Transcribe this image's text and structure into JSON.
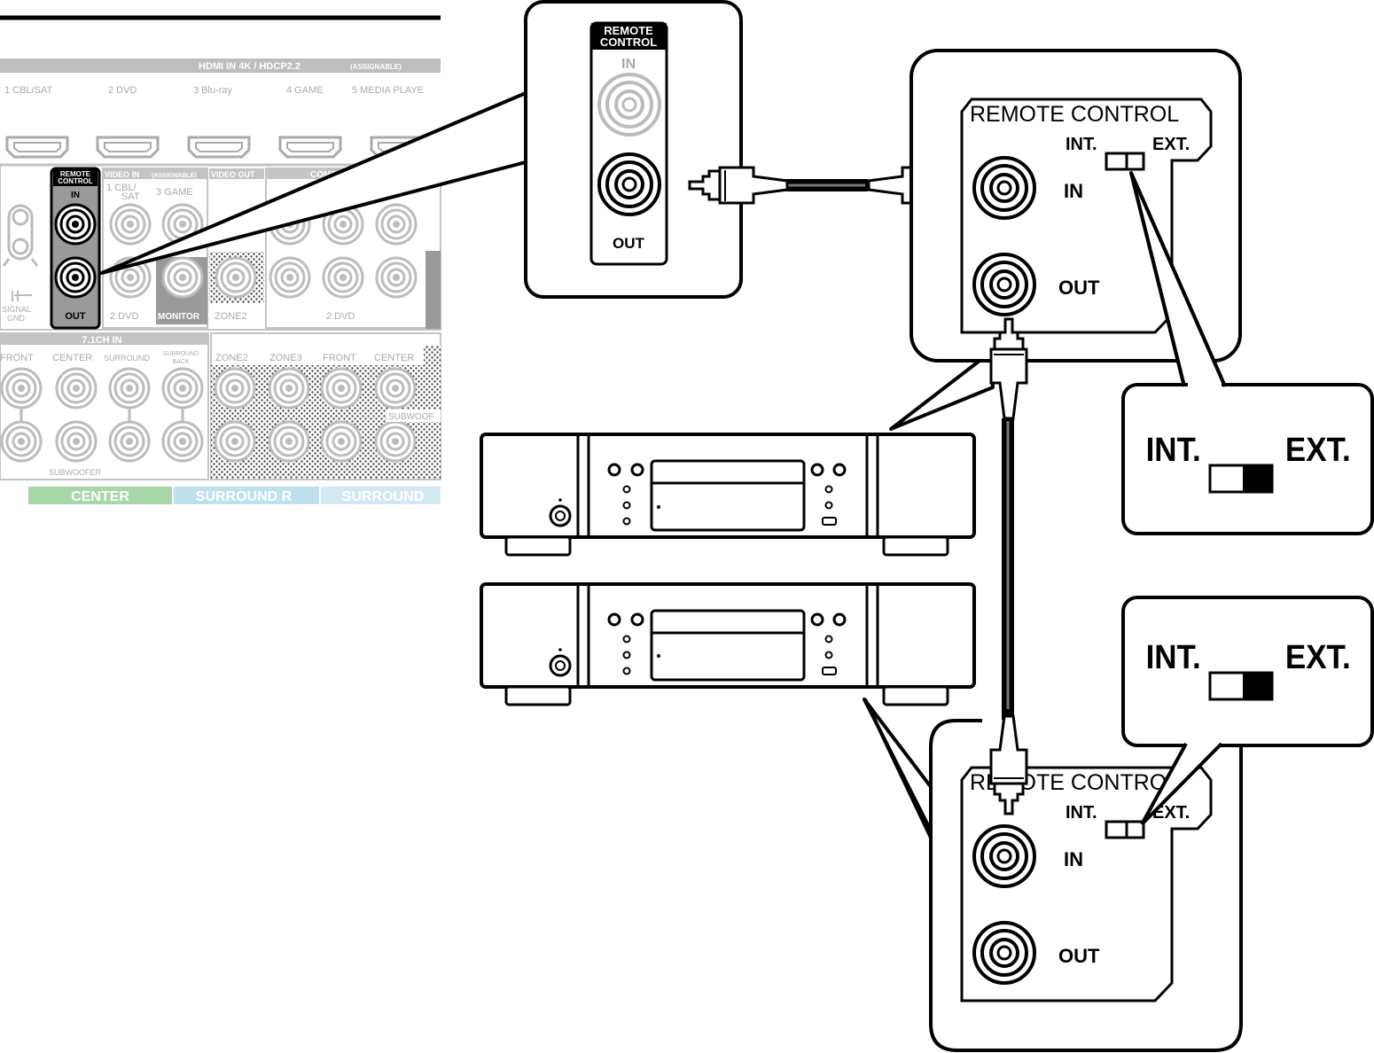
{
  "receiver_panel": {
    "hdmi_header": "HDMI IN   4K / HDCP2.2",
    "hdmi_header_note": "(ASSIGNABLE)",
    "hdmi_inputs": [
      "1 CBL/SAT",
      "2 DVD",
      "3 Blu-ray",
      "4 GAME",
      "5 MEDIA PLAYE"
    ],
    "remote_control_title_line1": "REMOTE",
    "remote_control_title_line2": "CONTROL",
    "remote_in": "IN",
    "remote_out": "OUT",
    "signal_gnd_line1": "SIGNAL",
    "signal_gnd_line2": "GND",
    "video_in_header": "VIDEO IN",
    "video_in_note": "(ASSIGNABLE)",
    "video_out_header": "VIDEO OUT",
    "component_header": "COMPONE",
    "video_in_1_line1": "1 CBL/",
    "video_in_1_line2": "SAT",
    "video_in_3": "3 GAME",
    "video_in_2": "2 DVD",
    "monitor": "MONITOR",
    "zone2": "ZONE2",
    "component_2": "2 DVD",
    "seven_one_header": "7.1CH IN",
    "seven_one_labels": [
      "FRONT",
      "CENTER",
      "SURROUND"
    ],
    "surround_back_line1": "SURROUND",
    "surround_back_line2": "BACK",
    "subwoofer": "SUBWOOFER",
    "preout_labels": [
      "ZONE2",
      "ZONE3",
      "FRONT",
      "CENTER"
    ],
    "subwoofer_right": "SUBWOOF",
    "speaker_bar": [
      "CENTER",
      "SURROUND R",
      "SURROUND"
    ]
  },
  "zoom_receiver": {
    "title_line1": "REMOTE",
    "title_line2": "CONTROL",
    "in": "IN",
    "out": "OUT"
  },
  "device_top_panel": {
    "title": "REMOTE CONTROL",
    "int": "INT.",
    "ext": "EXT.",
    "in": "IN",
    "out": "OUT"
  },
  "device_bottom_panel": {
    "title": "REMOTE CONTROL",
    "int": "INT.",
    "ext": "EXT.",
    "in": "IN",
    "out": "OUT"
  },
  "switch_callout_top": {
    "int": "INT.",
    "ext": "EXT."
  },
  "switch_callout_bottom": {
    "int": "INT.",
    "ext": "EXT."
  }
}
